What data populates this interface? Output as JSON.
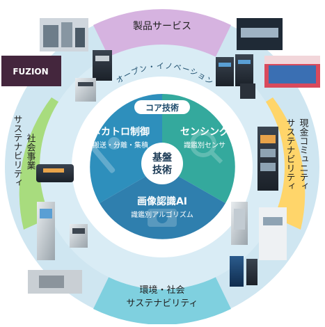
{
  "outer_ring": {
    "segments": [
      {
        "label": "製品サービス",
        "color": "#d6b3e0"
      },
      {
        "label": "現金コミュニティ",
        "label2": "サステナビリティ",
        "color": "#ffd56a"
      },
      {
        "label": "環境・社会",
        "label2": "サステナビリティ",
        "color": "#7fd0df"
      },
      {
        "label": "社会事業",
        "label2": "サステナビリティ",
        "color": "#a8dc7e"
      }
    ],
    "ring_color": "#cfe6f1"
  },
  "middle_ring": {
    "label": "オープン・イノベーション",
    "color": "#ffffff"
  },
  "core": {
    "title": "コア技術",
    "center_line1": "基盤",
    "center_line2": "技術",
    "sectors": [
      {
        "title": "メカトロ制御",
        "subtitle": "搬送・分離・集積",
        "color": "#2e8fbc",
        "icon": "wrench-icon"
      },
      {
        "title": "センシング",
        "subtitle": "識鑑別センサ",
        "color": "#34a99d",
        "icon": "magnifier-icon"
      },
      {
        "title": "画像認識AI",
        "subtitle": "識鑑別アルゴリズム",
        "color": "#2f7fae",
        "icon": "camera-icon"
      }
    ]
  },
  "photos": {
    "logo_text": "FUZION"
  }
}
